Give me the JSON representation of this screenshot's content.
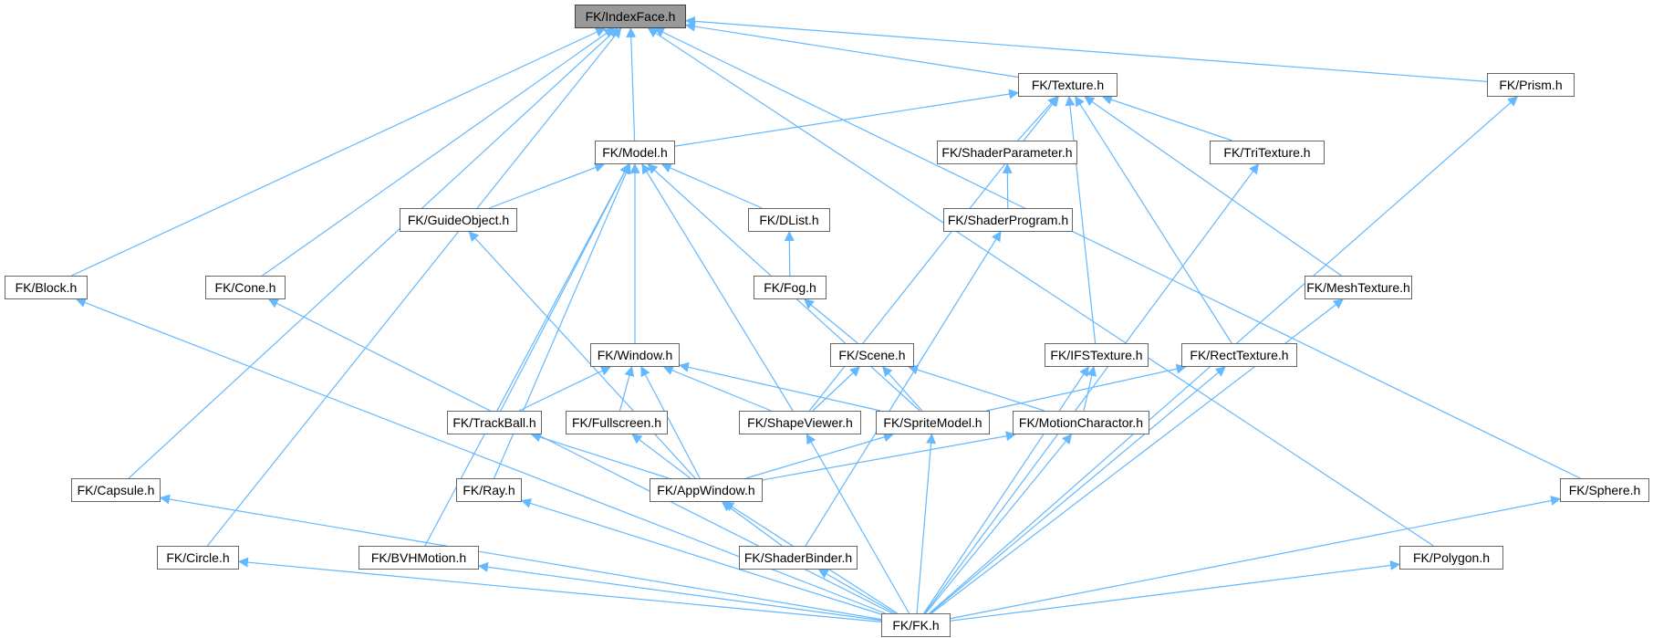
{
  "graph": {
    "root": "index_face",
    "edge_color": "#63b8ff",
    "node_border": "#666666",
    "root_fill": "#999999",
    "nodes": [
      {
        "id": "index_face",
        "label": "FK/IndexFace.h"
      },
      {
        "id": "texture",
        "label": "FK/Texture.h"
      },
      {
        "id": "prism",
        "label": "FK/Prism.h"
      },
      {
        "id": "model",
        "label": "FK/Model.h"
      },
      {
        "id": "shader_parameter",
        "label": "FK/ShaderParameter.h"
      },
      {
        "id": "tri_texture",
        "label": "FK/TriTexture.h"
      },
      {
        "id": "guide_object",
        "label": "FK/GuideObject.h"
      },
      {
        "id": "dlist",
        "label": "FK/DList.h"
      },
      {
        "id": "shader_program",
        "label": "FK/ShaderProgram.h"
      },
      {
        "id": "block",
        "label": "FK/Block.h"
      },
      {
        "id": "cone",
        "label": "FK/Cone.h"
      },
      {
        "id": "fog",
        "label": "FK/Fog.h"
      },
      {
        "id": "mesh_texture",
        "label": "FK/MeshTexture.h"
      },
      {
        "id": "window",
        "label": "FK/Window.h"
      },
      {
        "id": "scene",
        "label": "FK/Scene.h"
      },
      {
        "id": "ifs_texture",
        "label": "FK/IFSTexture.h"
      },
      {
        "id": "rect_texture",
        "label": "FK/RectTexture.h"
      },
      {
        "id": "trackball",
        "label": "FK/TrackBall.h"
      },
      {
        "id": "fullscreen",
        "label": "FK/Fullscreen.h"
      },
      {
        "id": "shape_viewer",
        "label": "FK/ShapeViewer.h"
      },
      {
        "id": "sprite_model",
        "label": "FK/SpriteModel.h"
      },
      {
        "id": "motion_charactor",
        "label": "FK/MotionCharactor.h"
      },
      {
        "id": "capsule",
        "label": "FK/Capsule.h"
      },
      {
        "id": "ray",
        "label": "FK/Ray.h"
      },
      {
        "id": "app_window",
        "label": "FK/AppWindow.h"
      },
      {
        "id": "sphere",
        "label": "FK/Sphere.h"
      },
      {
        "id": "circle",
        "label": "FK/Circle.h"
      },
      {
        "id": "bvh_motion",
        "label": "FK/BVHMotion.h"
      },
      {
        "id": "shader_binder",
        "label": "FK/ShaderBinder.h"
      },
      {
        "id": "polygon",
        "label": "FK/Polygon.h"
      },
      {
        "id": "fk",
        "label": "FK/FK.h"
      }
    ],
    "edges": [
      [
        "texture",
        "index_face"
      ],
      [
        "prism",
        "index_face"
      ],
      [
        "model",
        "index_face"
      ],
      [
        "block",
        "index_face"
      ],
      [
        "cone",
        "index_face"
      ],
      [
        "capsule",
        "index_face"
      ],
      [
        "circle",
        "index_face"
      ],
      [
        "sphere",
        "index_face"
      ],
      [
        "polygon",
        "index_face"
      ],
      [
        "model",
        "texture"
      ],
      [
        "shader_parameter",
        "texture"
      ],
      [
        "tri_texture",
        "texture"
      ],
      [
        "mesh_texture",
        "texture"
      ],
      [
        "ifs_texture",
        "texture"
      ],
      [
        "rect_texture",
        "texture"
      ],
      [
        "shape_viewer",
        "texture"
      ],
      [
        "guide_object",
        "model"
      ],
      [
        "dlist",
        "model"
      ],
      [
        "window",
        "model"
      ],
      [
        "trackball",
        "model"
      ],
      [
        "shape_viewer",
        "model"
      ],
      [
        "sprite_model",
        "model"
      ],
      [
        "ray",
        "model"
      ],
      [
        "bvh_motion",
        "model"
      ],
      [
        "shader_program",
        "shader_parameter"
      ],
      [
        "fog",
        "dlist"
      ],
      [
        "scene",
        "fog"
      ],
      [
        "trackball",
        "window"
      ],
      [
        "fullscreen",
        "window"
      ],
      [
        "shape_viewer",
        "window"
      ],
      [
        "sprite_model",
        "window"
      ],
      [
        "app_window",
        "window"
      ],
      [
        "shape_viewer",
        "scene"
      ],
      [
        "sprite_model",
        "scene"
      ],
      [
        "motion_charactor",
        "scene"
      ],
      [
        "motion_charactor",
        "ifs_texture"
      ],
      [
        "sprite_model",
        "rect_texture"
      ],
      [
        "app_window",
        "trackball"
      ],
      [
        "app_window",
        "fullscreen"
      ],
      [
        "app_window",
        "sprite_model"
      ],
      [
        "app_window",
        "motion_charactor"
      ],
      [
        "app_window",
        "guide_object"
      ],
      [
        "shader_binder",
        "app_window"
      ],
      [
        "shader_binder",
        "shader_program"
      ],
      [
        "fk",
        "block"
      ],
      [
        "fk",
        "cone"
      ],
      [
        "fk",
        "capsule"
      ],
      [
        "fk",
        "circle"
      ],
      [
        "fk",
        "bvh_motion"
      ],
      [
        "fk",
        "ray"
      ],
      [
        "fk",
        "app_window"
      ],
      [
        "fk",
        "shader_binder"
      ],
      [
        "fk",
        "shape_viewer"
      ],
      [
        "fk",
        "sprite_model"
      ],
      [
        "fk",
        "motion_charactor"
      ],
      [
        "fk",
        "ifs_texture"
      ],
      [
        "fk",
        "rect_texture"
      ],
      [
        "fk",
        "tri_texture"
      ],
      [
        "fk",
        "mesh_texture"
      ],
      [
        "fk",
        "prism"
      ],
      [
        "fk",
        "polygon"
      ],
      [
        "fk",
        "sphere"
      ]
    ]
  }
}
